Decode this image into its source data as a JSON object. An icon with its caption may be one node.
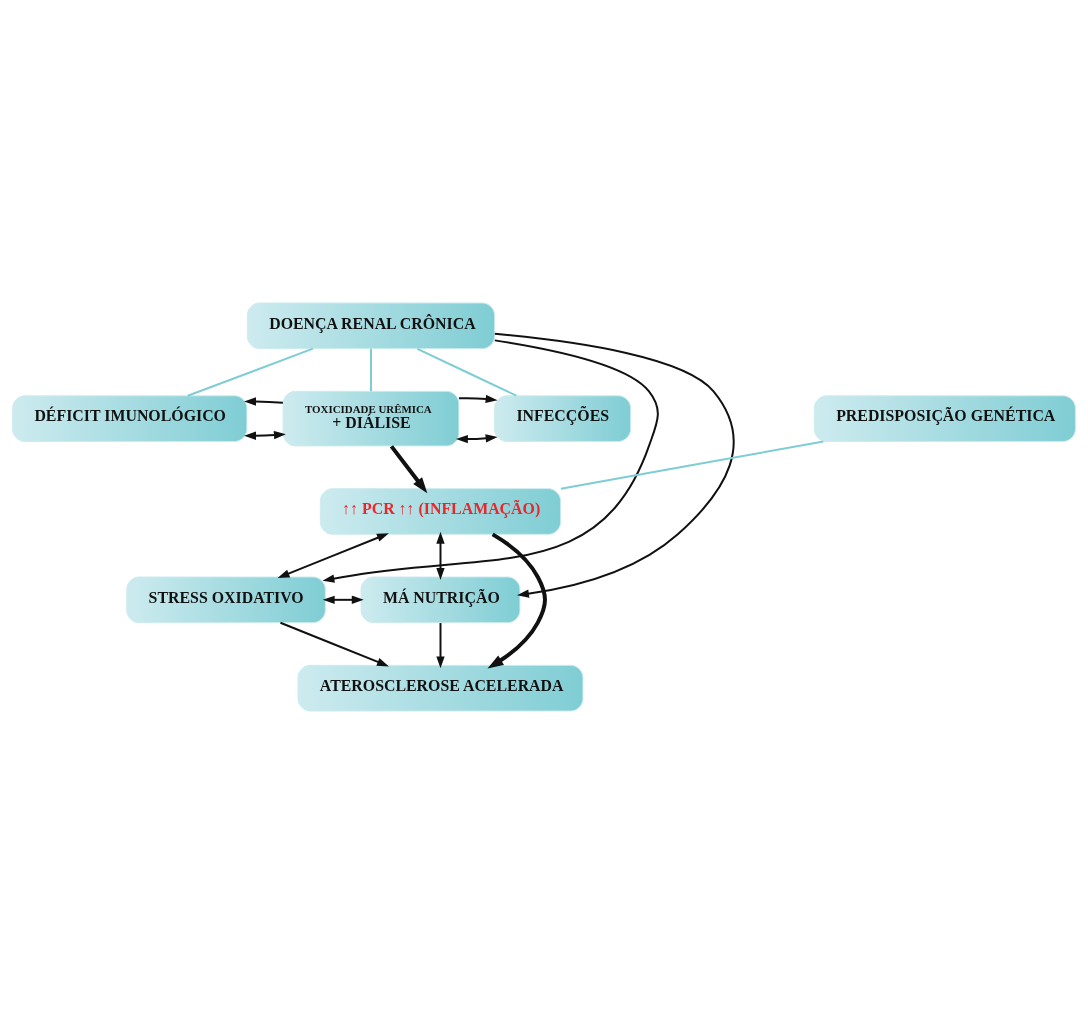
{
  "diagram": {
    "nodes": [
      {
        "text": [
          "DOENÇA RENAL CRÔNICA"
        ]
      },
      {
        "text": [
          "DÉFICIT IMUNOLÓGICO"
        ]
      },
      {
        "text": [
          "TOXICIDADE URÊMICA",
          "+ DIÁLISE"
        ]
      },
      {
        "text": [
          "INFECÇÕES"
        ]
      },
      {
        "text": [
          "PREDISPOSIÇÃO GENÉTICA"
        ]
      },
      {
        "text": [
          "↑↑ PCR ↑↑ (INFLAMAÇÃO)"
        ]
      },
      {
        "text": [
          "STRESS OXIDATIVO"
        ]
      },
      {
        "text": [
          "MÁ NUTRIÇÃO"
        ]
      },
      {
        "text": [
          "ATEROSCLEROSE ACELERADA"
        ]
      }
    ],
    "edges": [
      {
        "from": 0,
        "to": 1,
        "arrow": "none",
        "color": "#7fcdd4"
      },
      {
        "from": 0,
        "to": 2,
        "arrow": "none",
        "color": "#7fcdd4"
      },
      {
        "from": 0,
        "to": 3,
        "arrow": "none",
        "color": "#7fcdd4"
      },
      {
        "from": 1,
        "to": 2,
        "arrow": "both"
      },
      {
        "from": 2,
        "to": 3,
        "arrow": "both"
      },
      {
        "from": 2,
        "to": 1,
        "arrow": "to"
      },
      {
        "from": 2,
        "to": 3,
        "arrow": "to"
      },
      {
        "from": 2,
        "to": 5,
        "arrow": "to",
        "style": "thick"
      },
      {
        "from": 4,
        "to": 5,
        "arrow": "none",
        "color": "#7fcdd4"
      },
      {
        "from": 0,
        "to": 6,
        "arrow": "to"
      },
      {
        "from": 0,
        "to": 7,
        "arrow": "to"
      },
      {
        "from": 5,
        "to": 6,
        "arrow": "both"
      },
      {
        "from": 5,
        "to": 7,
        "arrow": "both"
      },
      {
        "from": 6,
        "to": 7,
        "arrow": "both"
      },
      {
        "from": 5,
        "to": 8,
        "arrow": "to",
        "style": "thick"
      },
      {
        "from": 6,
        "to": 8,
        "arrow": "to"
      },
      {
        "from": 7,
        "to": 8,
        "arrow": "to"
      }
    ]
  }
}
